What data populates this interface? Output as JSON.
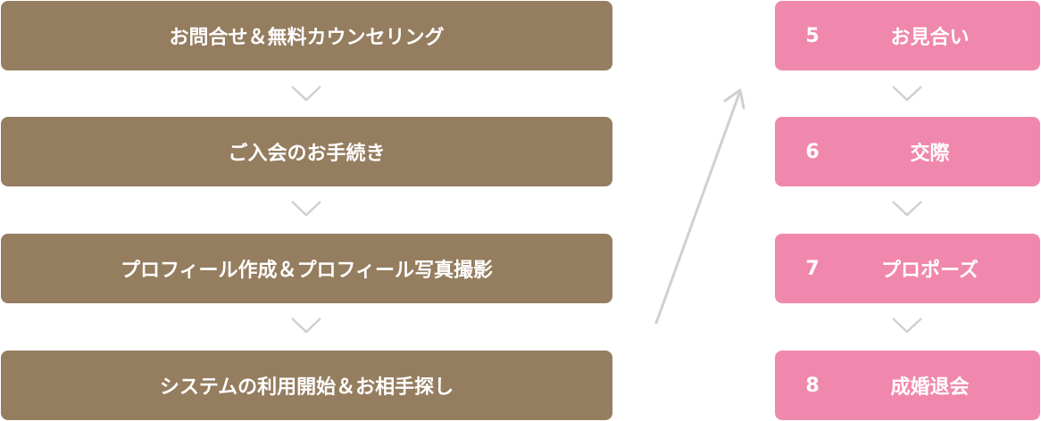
{
  "colors": {
    "left_box": "#957d60",
    "right_box": "#f088ad",
    "connector": "#d0d0d0",
    "text": "#ffffff"
  },
  "left_steps": [
    {
      "label": "お問合せ＆無料カウンセリング"
    },
    {
      "label": "ご入会のお手続き"
    },
    {
      "label": "プロフィール作成＆プロフィール写真撮影"
    },
    {
      "label": "システムの利用開始＆お相手探し"
    }
  ],
  "right_steps": [
    {
      "number": "5",
      "label": "お見合い"
    },
    {
      "number": "6",
      "label": "交際"
    },
    {
      "number": "7",
      "label": "プロポーズ"
    },
    {
      "number": "8",
      "label": "成婚退会"
    }
  ]
}
